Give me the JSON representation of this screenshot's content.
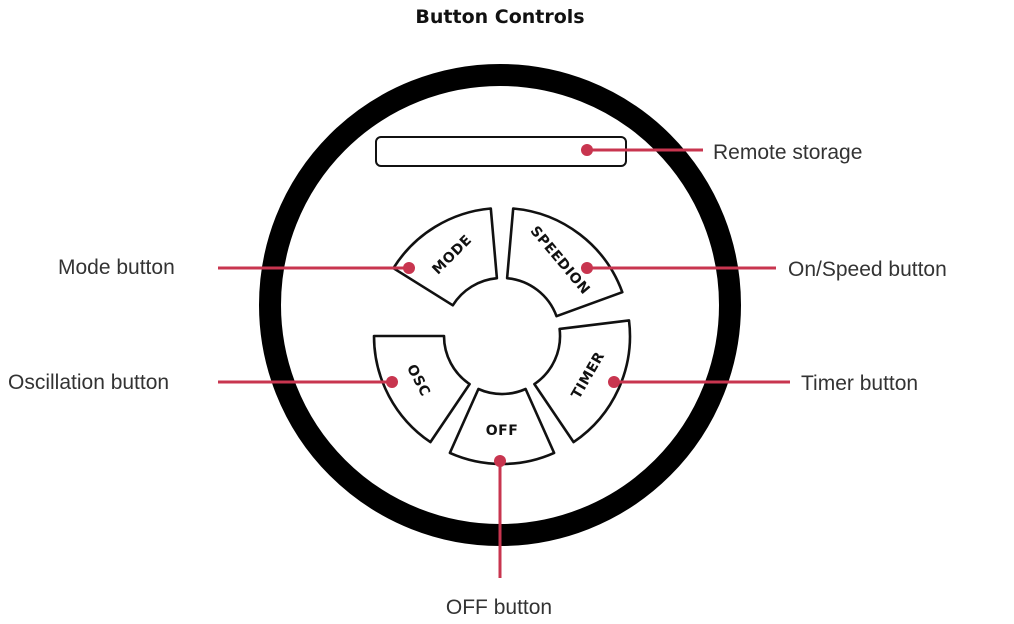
{
  "diagram": {
    "title": "Button Controls",
    "accent_color": "#c8354f",
    "buttons": [
      {
        "key": "mode",
        "label": "MODE"
      },
      {
        "key": "speed",
        "label": "SPEEDION"
      },
      {
        "key": "timer",
        "label": "TIMER"
      },
      {
        "key": "off",
        "label": "OFF"
      },
      {
        "key": "osc",
        "label": "OSC"
      }
    ],
    "callouts": {
      "remote": "Remote storage",
      "mode": "Mode button",
      "speed": "On/Speed button",
      "osc": "Oscillation button",
      "timer": "Timer button",
      "off": "OFF button"
    }
  }
}
